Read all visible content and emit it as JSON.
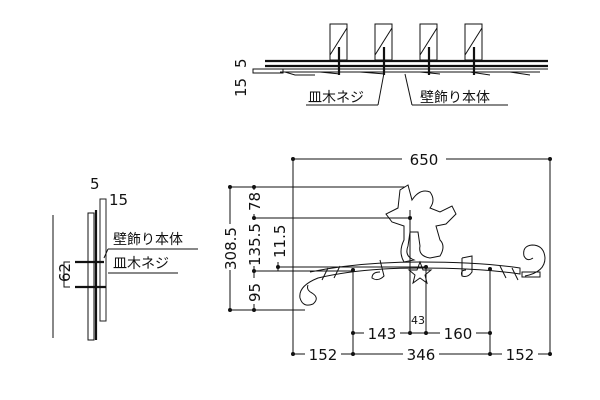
{
  "top_view": {
    "dims": [
      "5",
      "15"
    ],
    "labels": {
      "screw": "皿木ネジ",
      "body": "壁飾り本体"
    }
  },
  "side_view": {
    "dims": [
      "5",
      "15",
      "62"
    ],
    "labels": {
      "body": "壁飾り本体",
      "screw": "皿木ネジ"
    }
  },
  "front_view": {
    "width_total": "650",
    "bottom_dims": [
      "152",
      "346",
      "152"
    ],
    "mid_dims": [
      "143",
      "160"
    ],
    "small_dim": "43",
    "height_dims": {
      "total": "308.5",
      "top": "78",
      "mid": "135.5",
      "bottom": "95",
      "offset": "11.5"
    }
  }
}
